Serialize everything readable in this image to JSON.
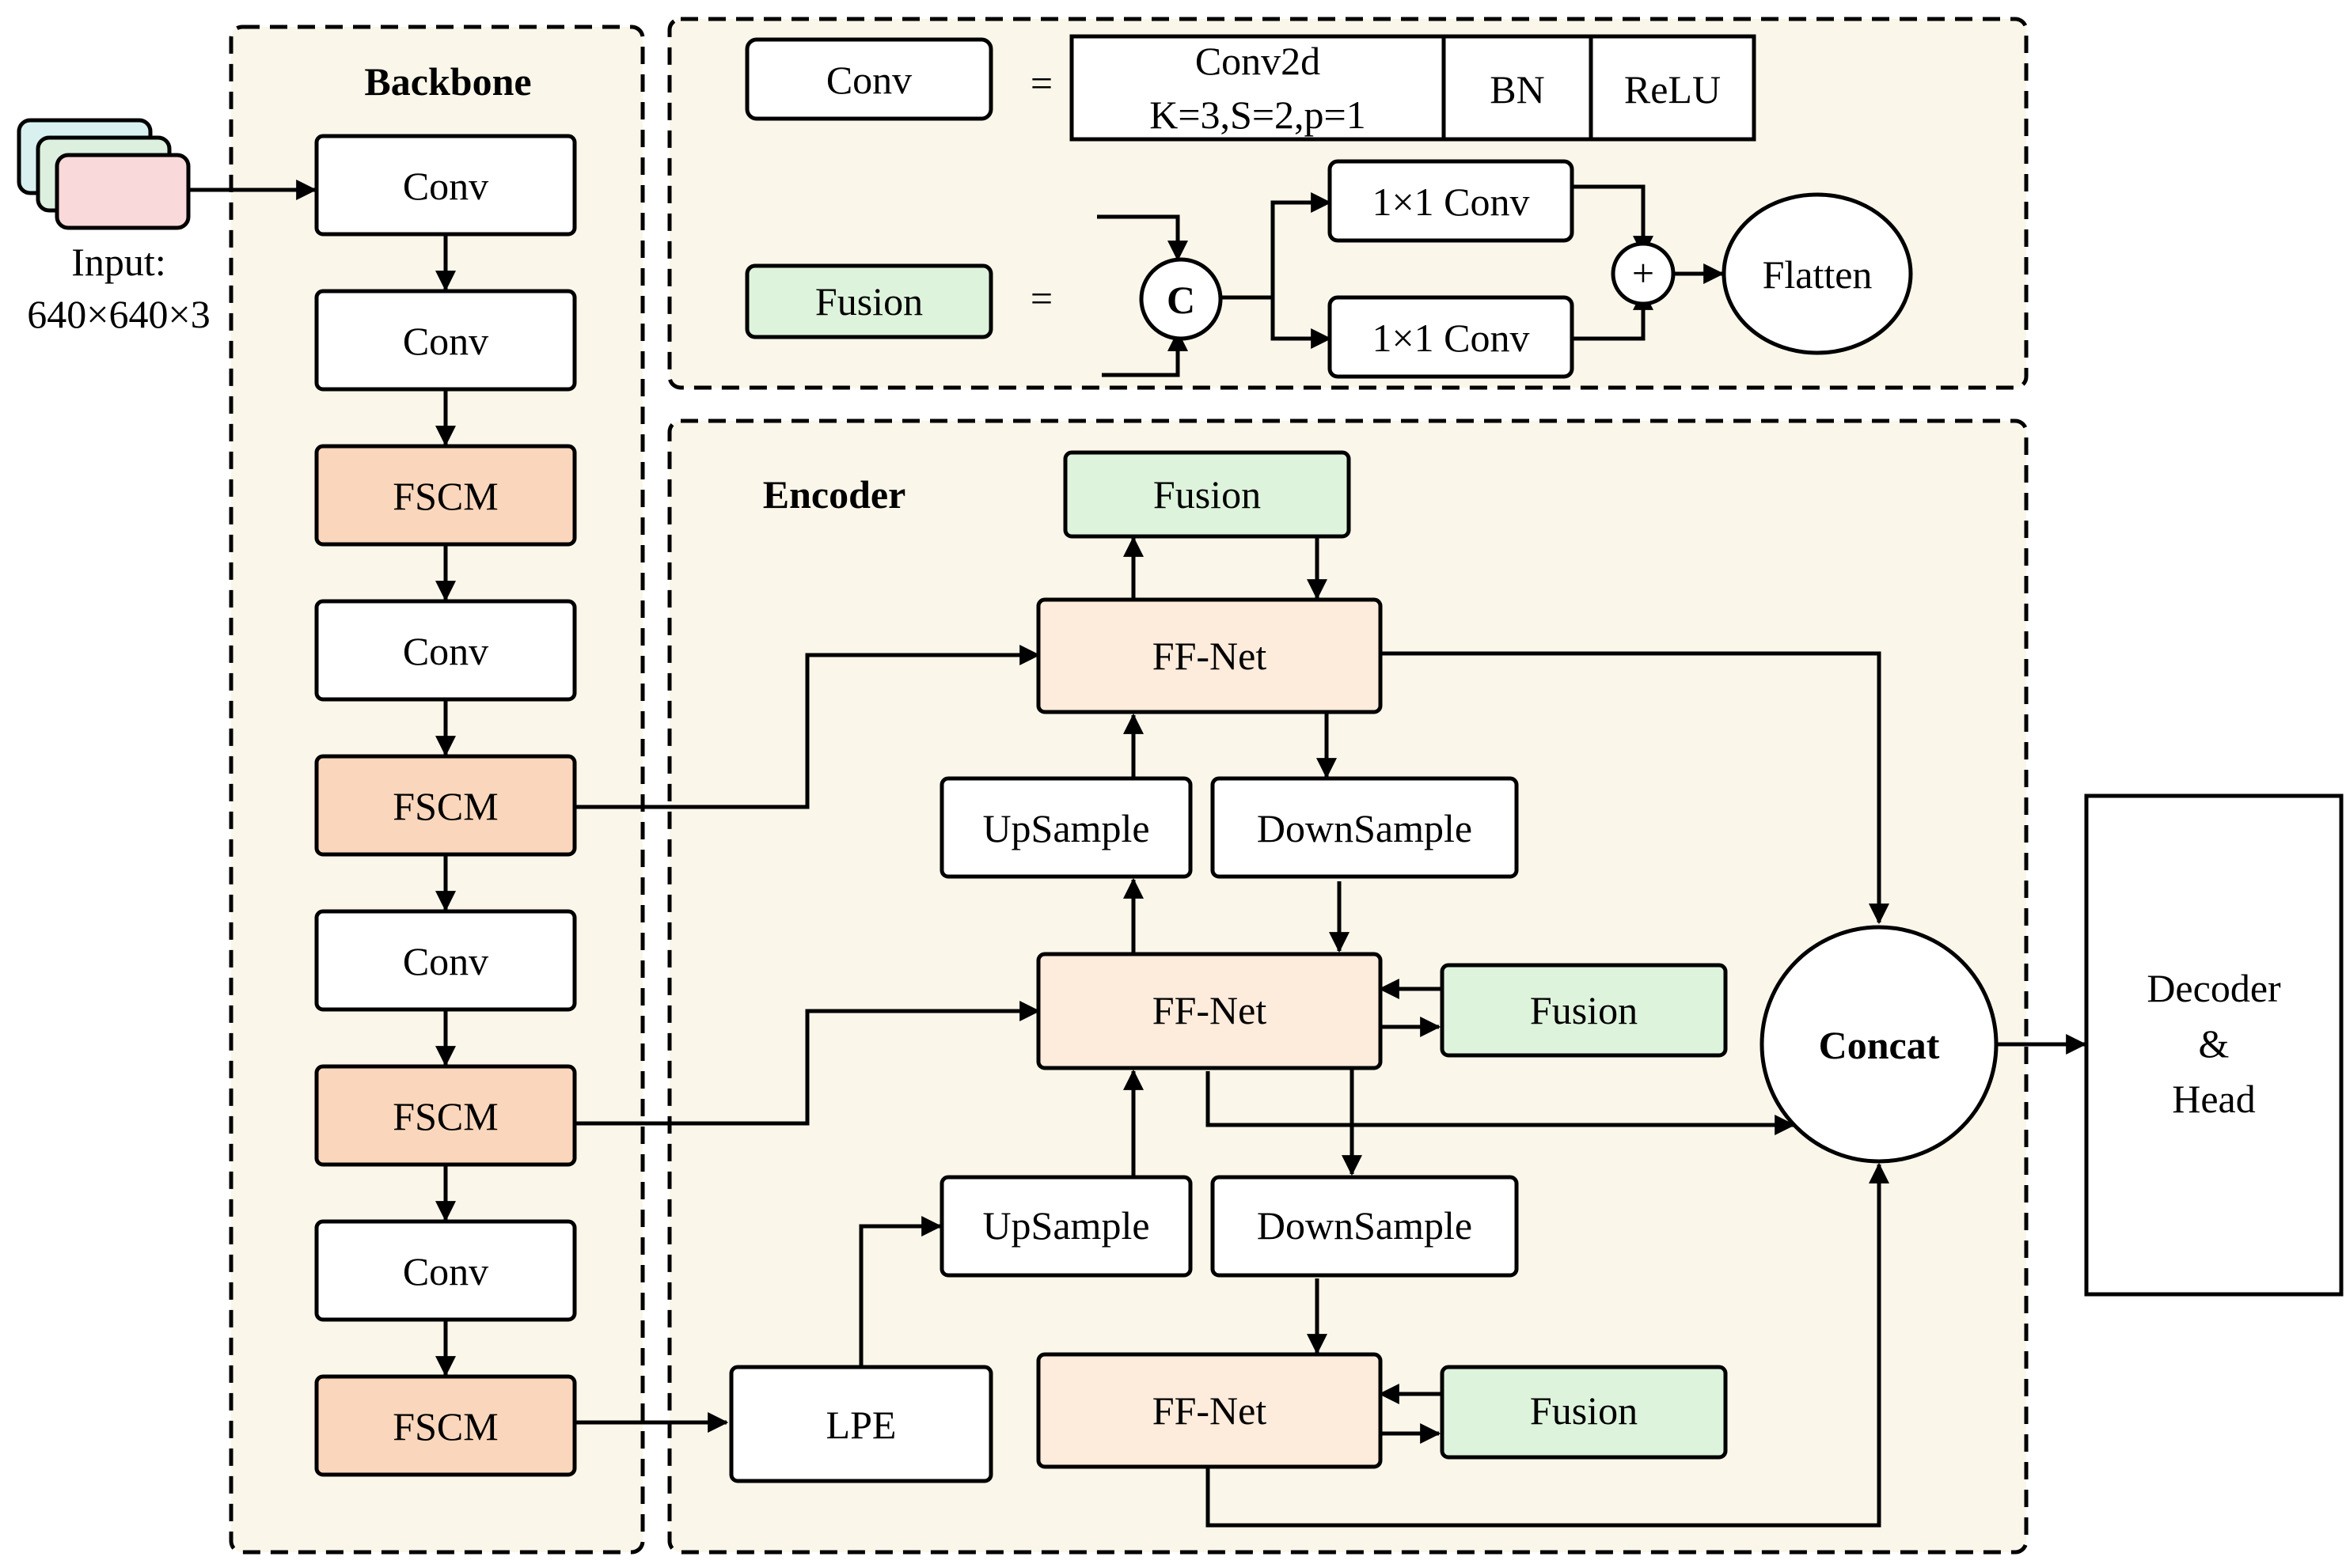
{
  "colors": {
    "panel_fill": "#faf6e9",
    "white_box": "#ffffff",
    "fscm_fill": "#fad7bc",
    "ffnet_fill": "#fdebdc",
    "fusion_fill": "#def3dc",
    "input_front": "#f9d9d9",
    "input_mid": "#ddf0df",
    "input_back": "#d8f0f0",
    "stroke": "#000000"
  },
  "input": {
    "line1": "Input:",
    "line2": "640×640×3"
  },
  "backbone": {
    "title": "Backbone",
    "blocks": [
      "Conv",
      "Conv",
      "FSCM",
      "Conv",
      "FSCM",
      "Conv",
      "FSCM",
      "Conv",
      "FSCM"
    ]
  },
  "legend": {
    "conv_label": "Conv",
    "equals": "=",
    "conv2d_line1": "Conv2d",
    "conv2d_line2": "K=3,S=2,p=1",
    "bn": "BN",
    "relu": "ReLU",
    "fusion_label": "Fusion",
    "concat_symbol": "C",
    "conv1x1_top": "1×1 Conv",
    "conv1x1_bottom": "1×1 Conv",
    "plus_symbol": "+",
    "flatten": "Flatten"
  },
  "encoder": {
    "title": "Encoder",
    "fusion_top": "Fusion",
    "ffnet_1": "FF-Net",
    "upsample_1": "UpSample",
    "downsample_1": "DownSample",
    "ffnet_2": "FF-Net",
    "fusion_mid": "Fusion",
    "upsample_2": "UpSample",
    "downsample_2": "DownSample",
    "lpe": "LPE",
    "ffnet_3": "FF-Net",
    "fusion_bottom": "Fusion",
    "concat": "Concat"
  },
  "output": {
    "line1": "Decoder",
    "line2": "&",
    "line3": "Head"
  }
}
